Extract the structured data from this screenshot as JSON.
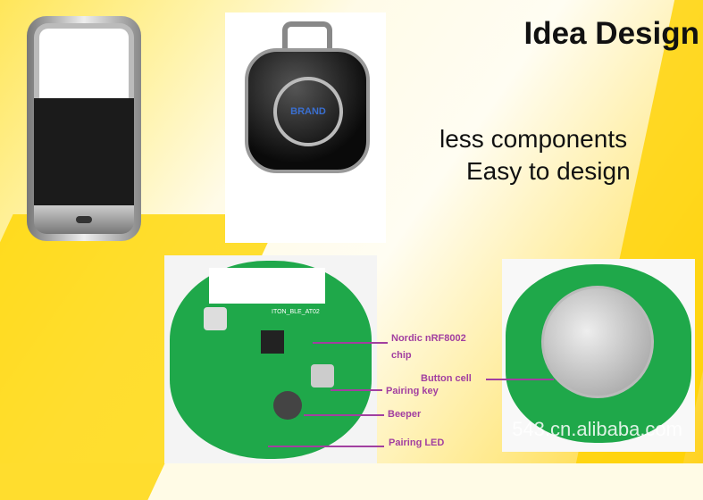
{
  "title": "Idea Design",
  "bullets": [
    "less components",
    "Easy to design"
  ],
  "tag_brand": "BRAND",
  "pcb_silkscreen": "ITON_BLE_AT02",
  "labels": {
    "chip_line1": "Nordic nRF8002",
    "chip_line2": "chip",
    "pairing_key": "Pairing key",
    "beeper": "Beeper",
    "pairing_led": "Pairing LED",
    "button_cell": "Button cell"
  },
  "watermark": "543.cn.alibaba.com"
}
